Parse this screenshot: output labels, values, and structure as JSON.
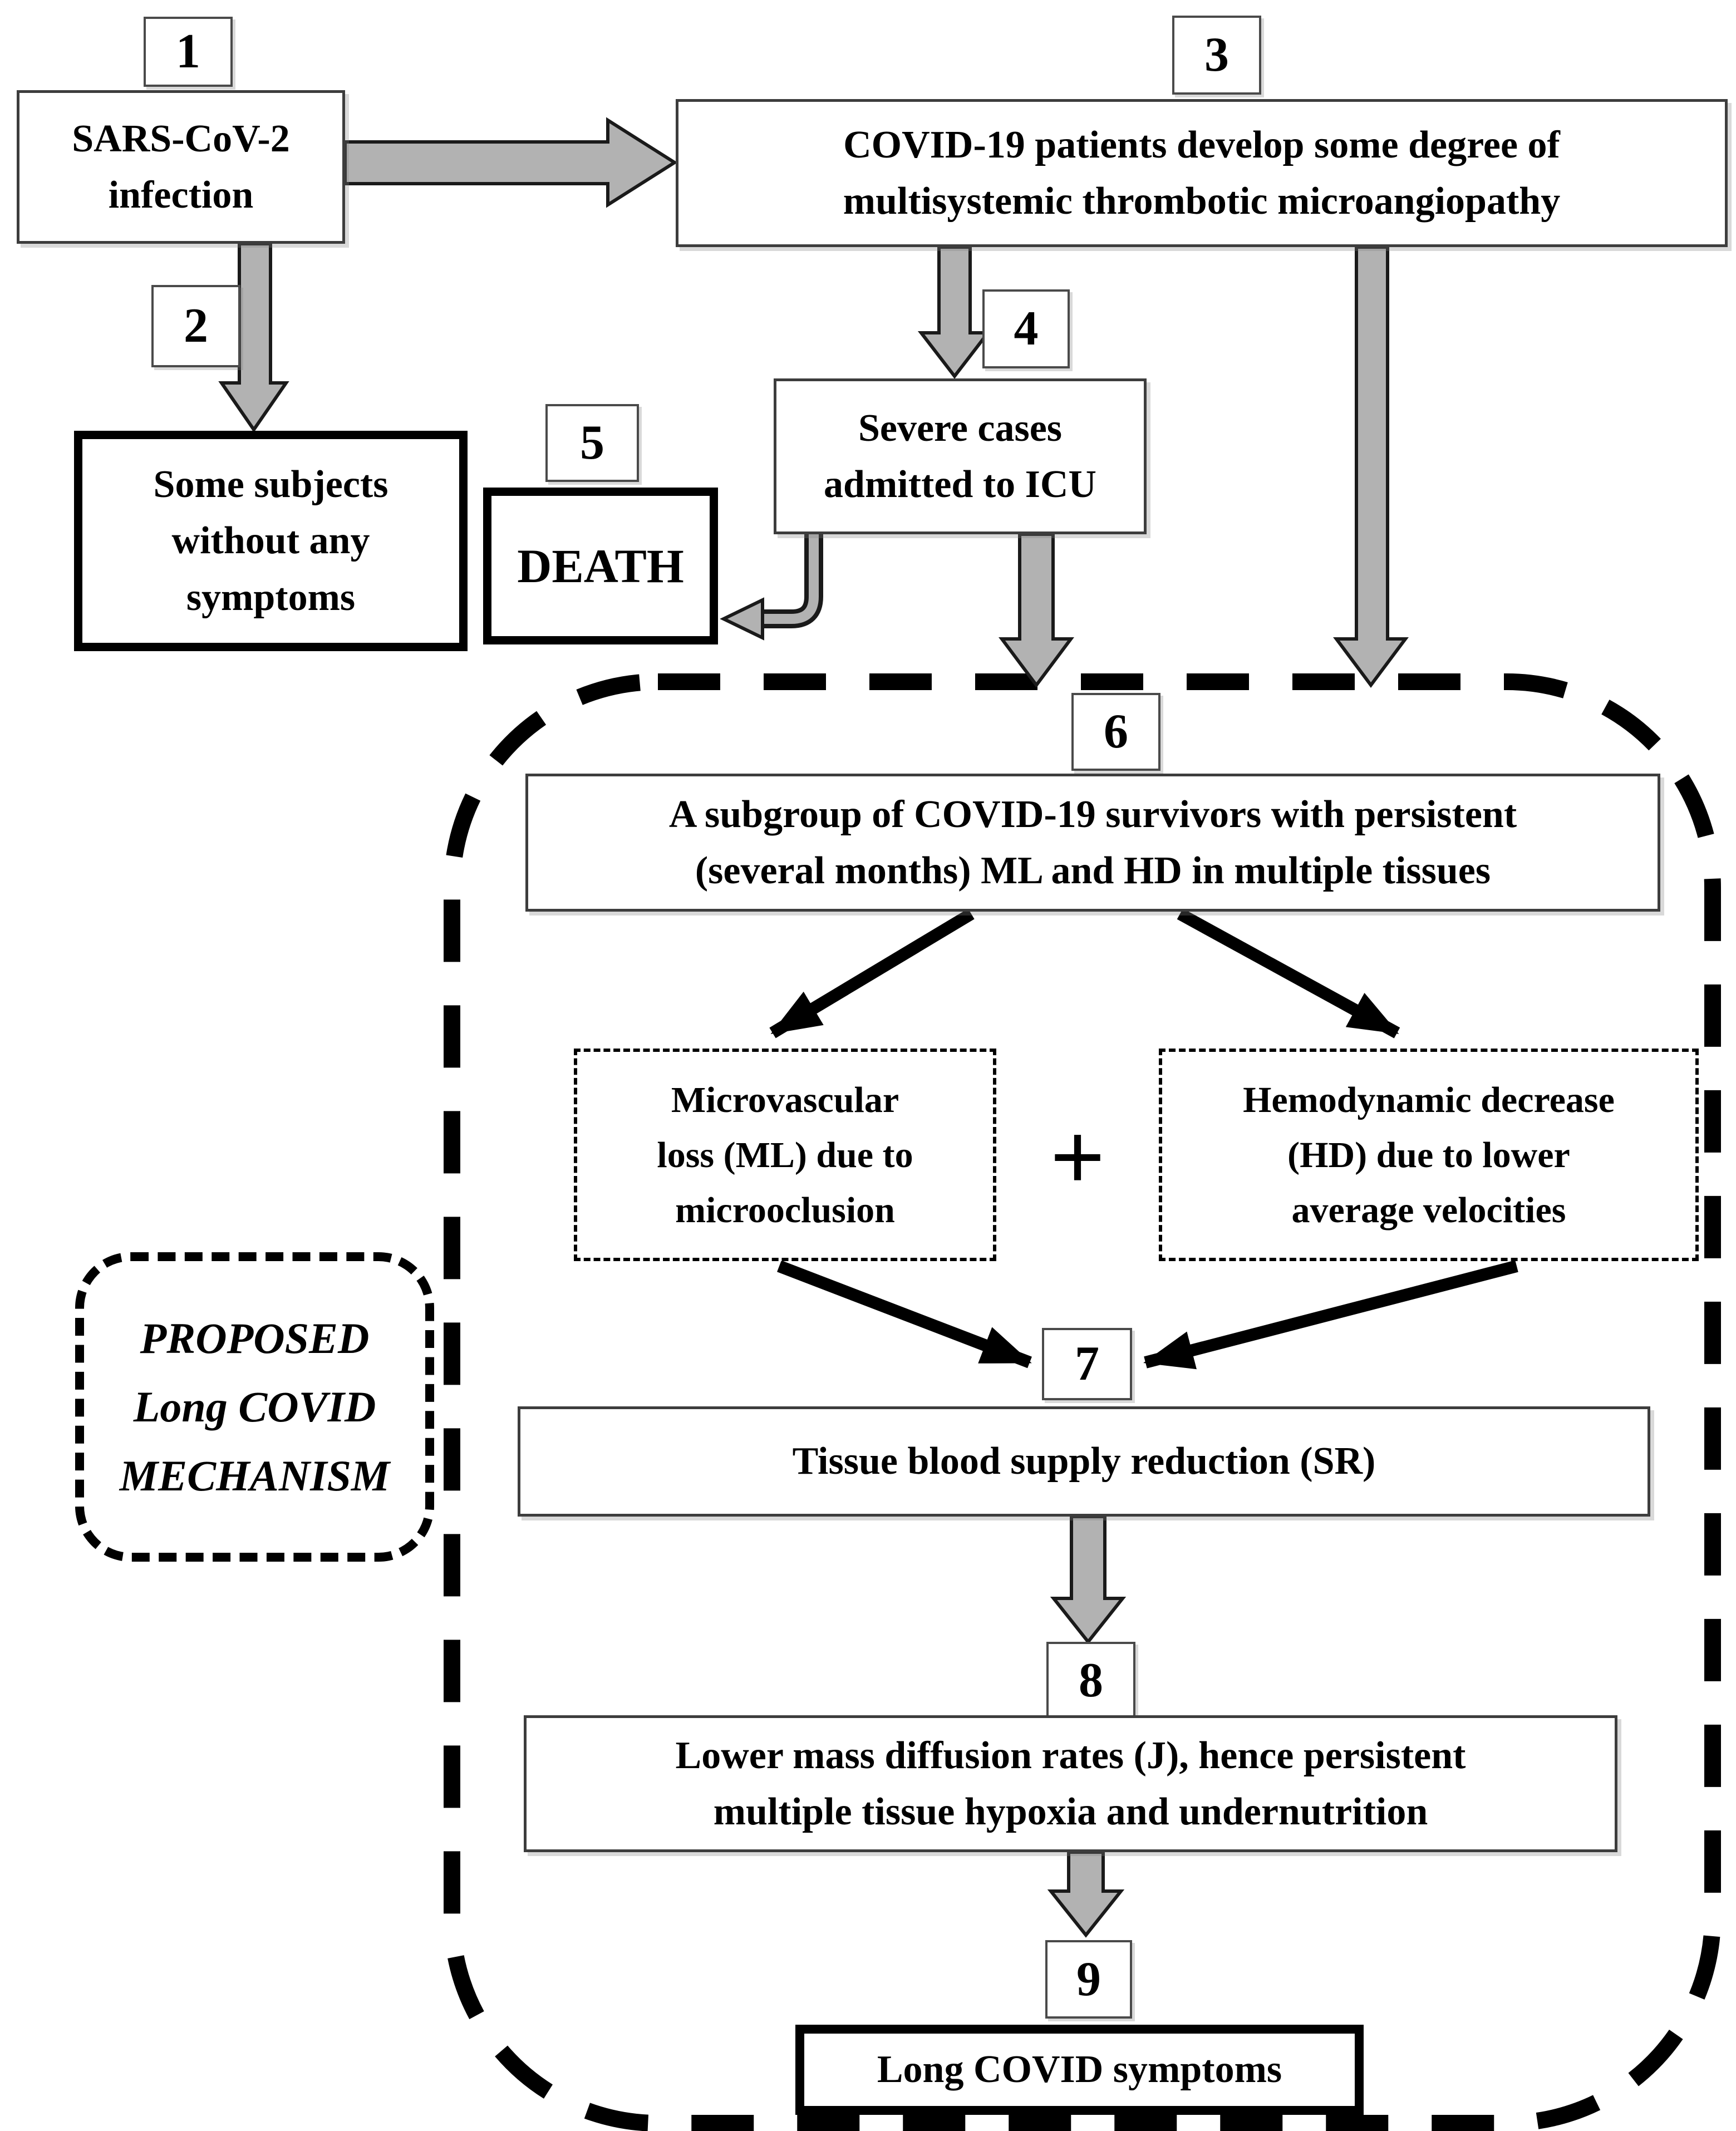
{
  "labels": {
    "step1": "1",
    "step2": "2",
    "step3": "3",
    "step4": "4",
    "step5": "5",
    "step6": "6",
    "step7": "7",
    "step8": "8",
    "step9": "9"
  },
  "boxes": {
    "infection": {
      "lines": [
        "SARS-CoV-2",
        "infection"
      ]
    },
    "thrombotic": {
      "lines": [
        "COVID-19 patients develop some degree of",
        "multisystemic thrombotic microangiopathy"
      ]
    },
    "asymptomatic": {
      "lines": [
        "Some subjects",
        "without any",
        "symptoms"
      ]
    },
    "icu": {
      "lines": [
        "Severe cases",
        "admitted to ICU"
      ]
    },
    "death": {
      "lines": [
        "DEATH"
      ]
    },
    "survivors": {
      "lines": [
        "A subgroup of COVID-19 survivors with persistent",
        "(several months) ML and HD in multiple tissues"
      ]
    },
    "microvascular_loss": {
      "lines": [
        "Microvascular",
        "loss (ML) due to",
        "microoclusion"
      ]
    },
    "hemodynamic_decrease": {
      "lines": [
        "Hemodynamic decrease",
        "(HD) due to lower",
        "average velocities"
      ]
    },
    "supply_reduction": {
      "lines": [
        "Tissue blood supply reduction (SR)"
      ]
    },
    "diffusion": {
      "lines": [
        "Lower mass diffusion rates (J), hence persistent",
        "multiple tissue hypoxia and undernutrition"
      ]
    },
    "symptoms": {
      "lines": [
        "Long COVID symptoms"
      ]
    },
    "mechanism": {
      "lines": [
        "PROPOSED",
        "Long COVID",
        "MECHANISM"
      ]
    }
  },
  "operators": {
    "plus": "+"
  },
  "colors": {
    "arrow_fill": "#b2b2b2",
    "arrow_outline": "#1a1a1a",
    "thin_border": "#3d3d3d",
    "thick_border": "#000000",
    "background": "#ffffff"
  }
}
